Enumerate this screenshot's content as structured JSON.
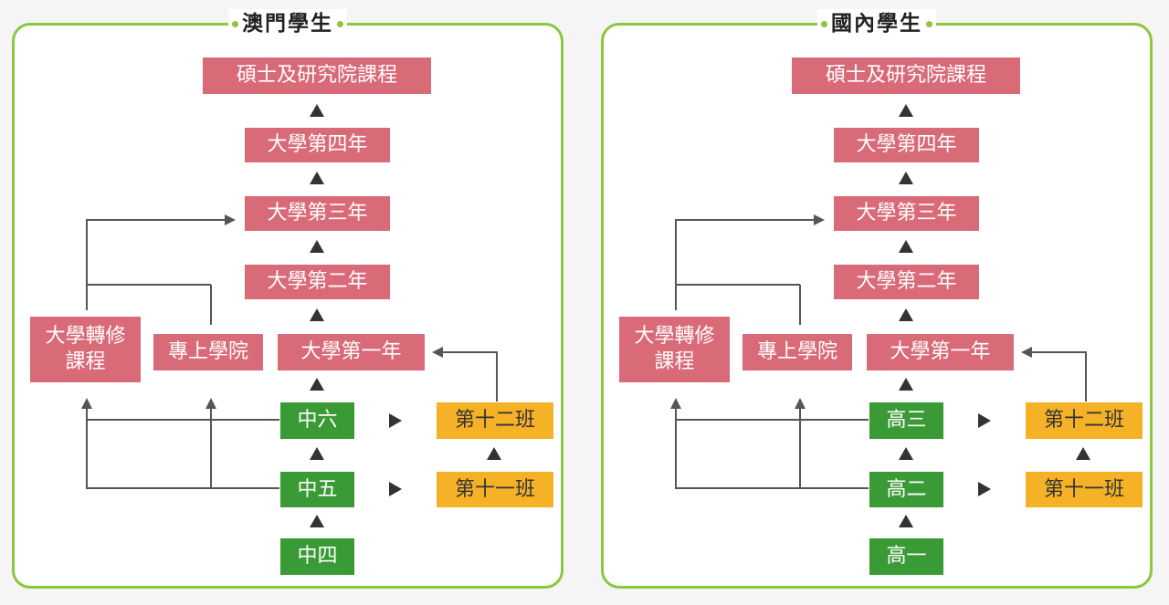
{
  "panels": [
    {
      "title": "澳門學生",
      "boxes": {
        "grad": "碩士及研究院課程",
        "y4": "大學第四年",
        "y3": "大學第三年",
        "y2": "大學第二年",
        "y1": "大學第一年",
        "transfer": "大學轉修\n課程",
        "vocational": "專上學院",
        "upper": "中六",
        "middle": "中五",
        "lower": "中四",
        "class12": "第十二班",
        "class11": "第十一班"
      }
    },
    {
      "title": "國內學生",
      "boxes": {
        "grad": "碩士及研究院課程",
        "y4": "大學第四年",
        "y3": "大學第三年",
        "y2": "大學第二年",
        "y1": "大學第一年",
        "transfer": "大學轉修\n課程",
        "vocational": "專上學院",
        "upper": "高三",
        "middle": "高二",
        "lower": "高一",
        "class12": "第十二班",
        "class11": "第十一班"
      }
    }
  ],
  "colors": {
    "frame": "#8cc63f",
    "university": "#d96a78",
    "secondary": "#3a9a35",
    "class": "#f5b227"
  }
}
